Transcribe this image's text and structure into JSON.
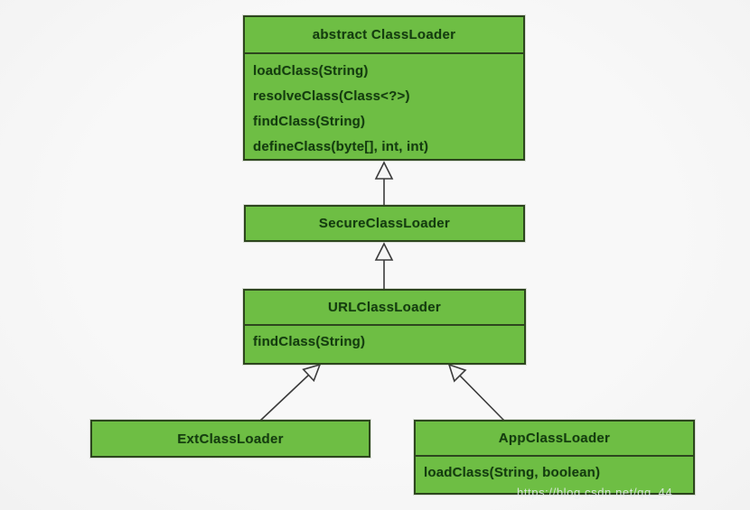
{
  "diagram": {
    "type": "uml-class-diagram",
    "subject": "Java ClassLoader hierarchy",
    "classes": [
      {
        "id": "classloader",
        "title": "abstract ClassLoader",
        "methods": [
          "loadClass(String)",
          "resolveClass(Class<?>)",
          "findClass(String)",
          "defineClass(byte[], int, int)"
        ]
      },
      {
        "id": "secure",
        "title": "SecureClassLoader",
        "methods": []
      },
      {
        "id": "url",
        "title": "URLClassLoader",
        "methods": [
          "findClass(String)"
        ]
      },
      {
        "id": "ext",
        "title": "ExtClassLoader",
        "methods": []
      },
      {
        "id": "app",
        "title": "AppClassLoader",
        "methods": [
          "loadClass(String, boolean)"
        ]
      }
    ],
    "relations": [
      {
        "from": "SecureClassLoader",
        "to": "abstract ClassLoader",
        "type": "inheritance"
      },
      {
        "from": "URLClassLoader",
        "to": "SecureClassLoader",
        "type": "inheritance"
      },
      {
        "from": "ExtClassLoader",
        "to": "URLClassLoader",
        "type": "inheritance"
      },
      {
        "from": "AppClassLoader",
        "to": "URLClassLoader",
        "type": "inheritance"
      }
    ]
  },
  "watermark": {
    "text": "https://blog.csdn.net/qq_44"
  },
  "colors": {
    "box_fill": "#6ebe44",
    "box_border": "#2d461e",
    "box_text": "#143c0f",
    "background": "#f6f6f6",
    "arrow_stroke": "#3c3c3c",
    "arrow_head_fill": "#f6f6f6",
    "watermark_text": "#e8edf0"
  }
}
